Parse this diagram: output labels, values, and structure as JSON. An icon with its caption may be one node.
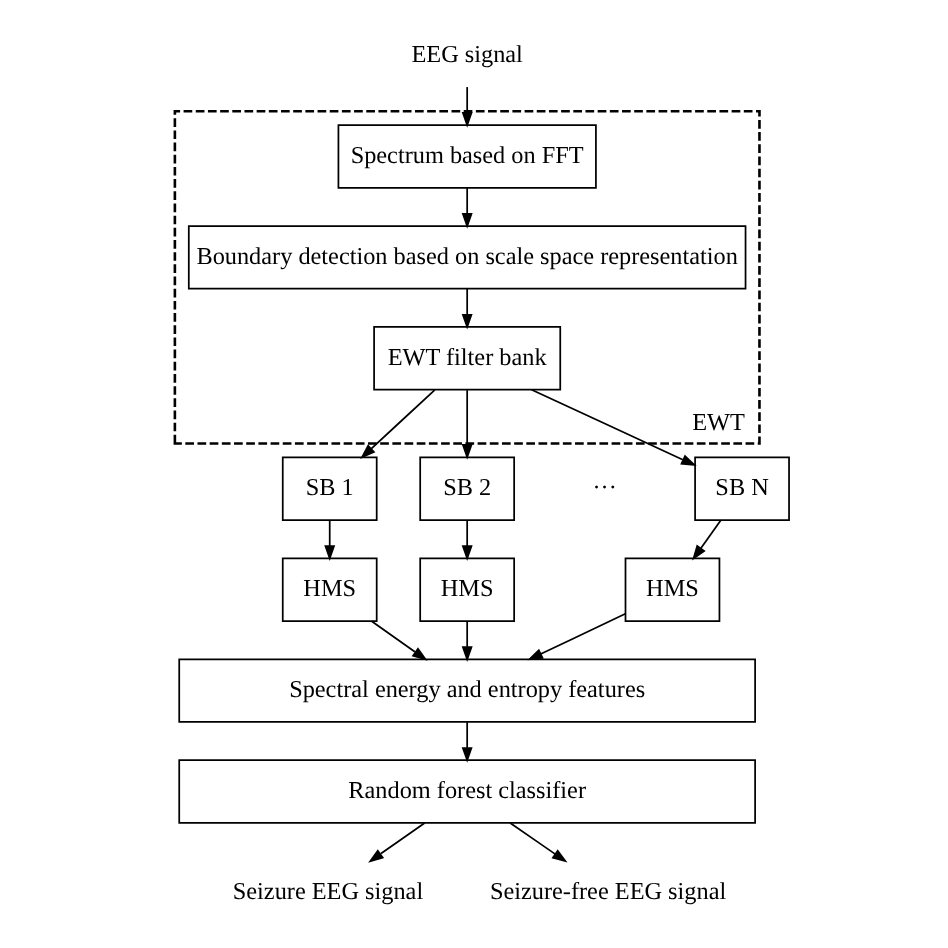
{
  "diagram": {
    "nodes": [
      {
        "text": [
          "EEG signal"
        ]
      },
      {
        "text": [
          "EWT"
        ]
      },
      {
        "text": [
          "Spectrum based on FFT"
        ],
        "in": 1
      },
      {
        "text": [
          "Boundary detection based on scale space representation"
        ],
        "in": 1
      },
      {
        "text": [
          "EWT filter bank"
        ],
        "in": 1
      },
      {
        "text": [
          "SB 1"
        ]
      },
      {
        "text": [
          "SB 2"
        ]
      },
      {
        "text": [
          "SB N"
        ]
      },
      {
        "text": [
          "HMS"
        ]
      },
      {
        "text": [
          "HMS"
        ]
      },
      {
        "text": [
          "HMS"
        ]
      },
      {
        "text": [
          "Spectral energy and entropy features"
        ]
      },
      {
        "text": [
          "Random forest classifier"
        ]
      },
      {
        "text": [
          "Seizure EEG signal"
        ]
      },
      {
        "text": [
          "Seizure-free EEG signal"
        ]
      }
    ],
    "edges": [
      {
        "from": 0,
        "to": 2,
        "arrow": "to"
      },
      {
        "from": 2,
        "to": 3,
        "arrow": "to"
      },
      {
        "from": 3,
        "to": 4,
        "arrow": "to"
      },
      {
        "from": 4,
        "to": 5,
        "arrow": "to"
      },
      {
        "from": 4,
        "to": 6,
        "arrow": "to"
      },
      {
        "from": 4,
        "to": 7,
        "arrow": "to"
      },
      {
        "from": 5,
        "to": 8,
        "arrow": "to"
      },
      {
        "from": 6,
        "to": 9,
        "arrow": "to"
      },
      {
        "from": 7,
        "to": 10,
        "arrow": "to"
      },
      {
        "from": 8,
        "to": 11,
        "arrow": "to"
      },
      {
        "from": 9,
        "to": 11,
        "arrow": "to"
      },
      {
        "from": 10,
        "to": 11,
        "arrow": "to"
      },
      {
        "from": 11,
        "to": 12,
        "arrow": "to"
      },
      {
        "from": 12,
        "to": 13,
        "arrow": "to"
      },
      {
        "from": 12,
        "to": 14,
        "arrow": "to"
      }
    ],
    "labels": [
      "···"
    ]
  }
}
